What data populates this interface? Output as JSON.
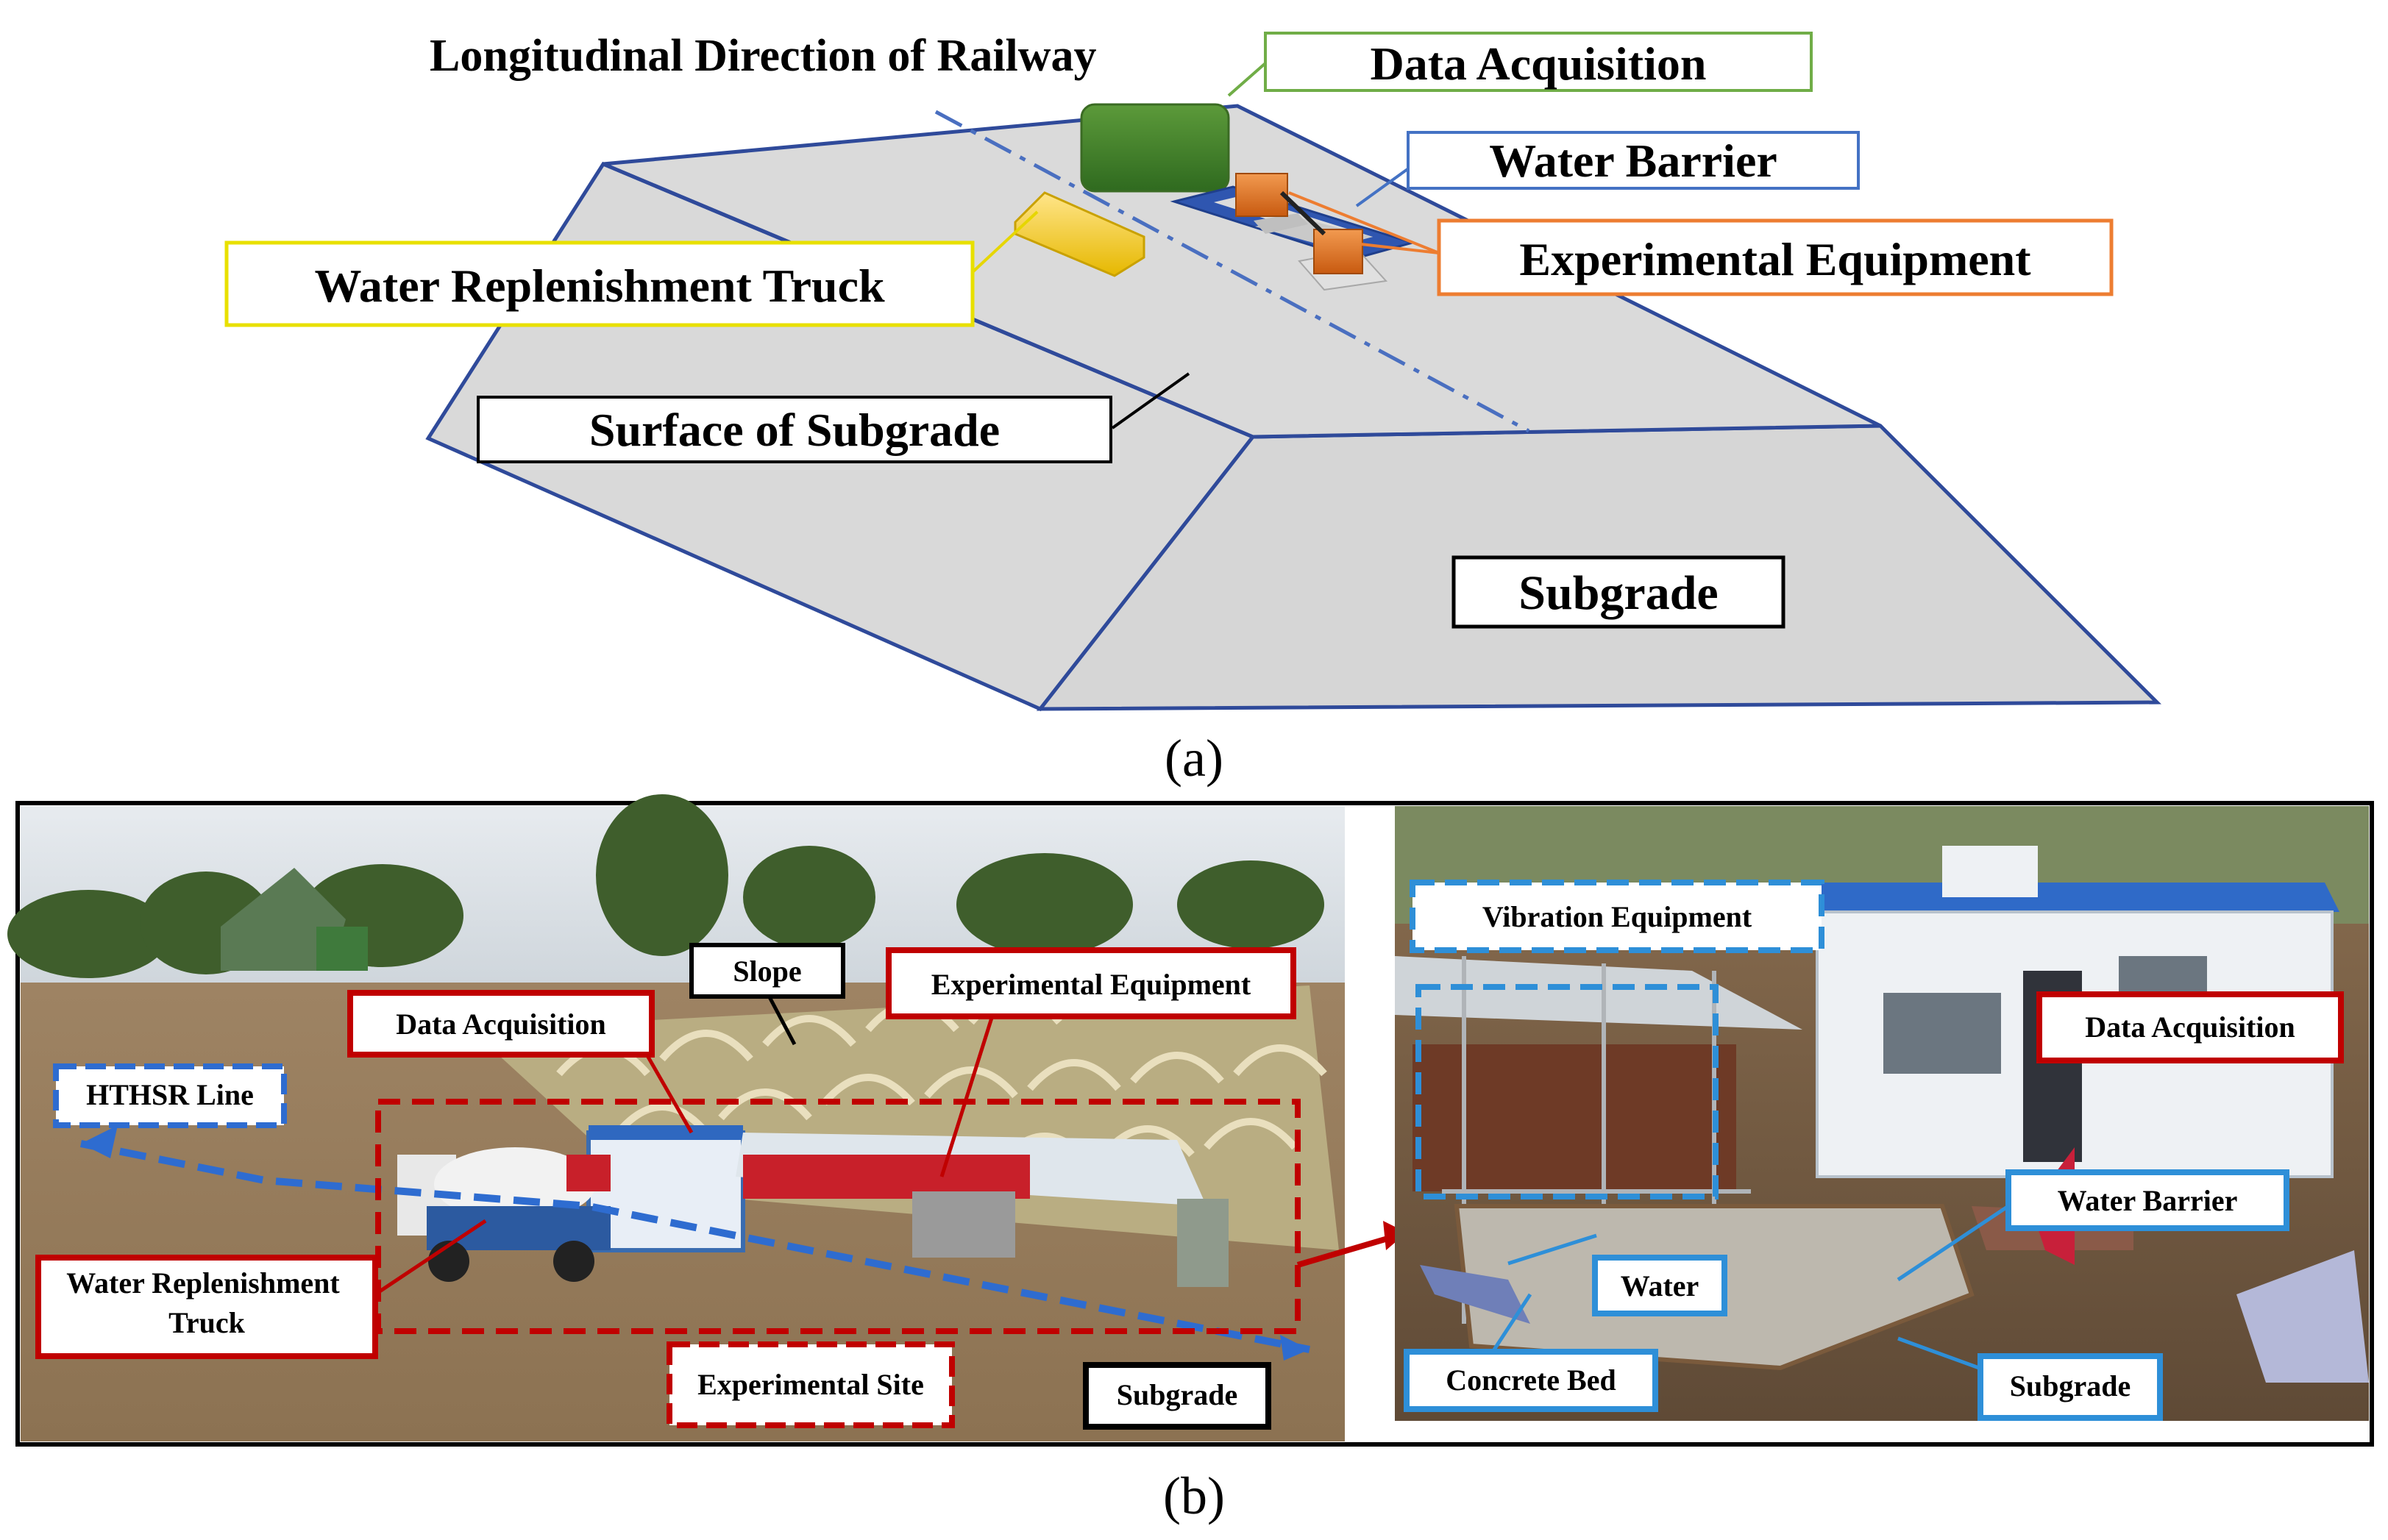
{
  "panel_a": {
    "caption": "(a)",
    "labels": {
      "longitudinal": "Longitudinal Direction of Railway",
      "data_acquisition": "Data Acquisition",
      "water_barrier": "Water Barrier",
      "experimental_equipment": "Experimental Equipment",
      "water_replenishment_truck": "Water Replenishment Truck",
      "surface_of_subgrade": "Surface of Subgrade",
      "subgrade": "Subgrade"
    },
    "colors": {
      "data_acquisition": "#70ad47",
      "water_barrier": "#4472c4",
      "experimental_equipment": "#ed7d31",
      "water_replenishment_truck": "#ffff00",
      "subgrade_fill": "#d9d9d9",
      "subgrade_edge": "#2f4a9a"
    }
  },
  "panel_b": {
    "caption": "(b)",
    "left_labels": {
      "slope": "Slope",
      "experimental_equipment": "Experimental Equipment",
      "data_acquisition": "Data Acquisition",
      "hthsr_line": "HTHSR Line",
      "water_replenishment_truck": "Water Replenishment Truck",
      "experimental_site": "Experimental Site",
      "subgrade": "Subgrade"
    },
    "right_labels": {
      "vibration_equipment": "Vibration Equipment",
      "data_acquisition": "Data Acquisition",
      "water_barrier": "Water Barrier",
      "water": "Water",
      "concrete_bed": "Concrete Bed",
      "subgrade": "Subgrade"
    },
    "colors": {
      "red_frame": "#c00000",
      "blue_frame": "#2e8fd8",
      "dark_frame": "#000000"
    }
  }
}
